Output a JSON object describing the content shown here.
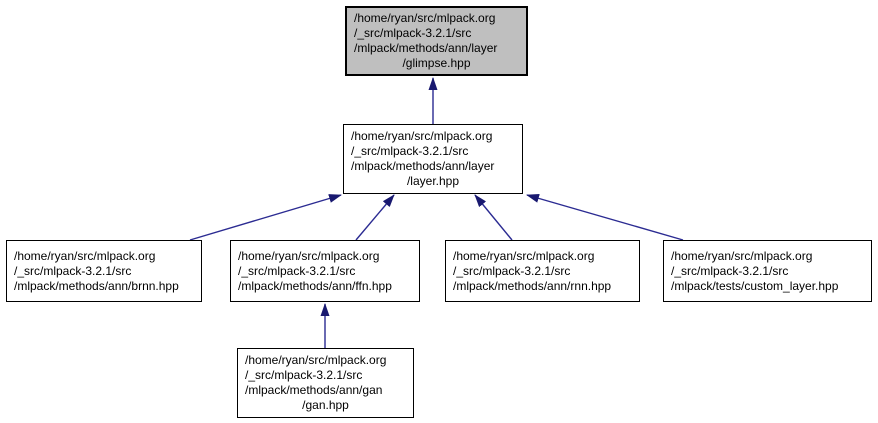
{
  "diagram": {
    "kind": "include-dependency-graph",
    "colors": {
      "edge": "#191970",
      "edge_shaft": "#2b2b92",
      "highlight_node_fill": "#bfbfbf",
      "node_fill": "#ffffff",
      "node_border": "#000000",
      "text": "#000000"
    },
    "nodes": {
      "glimpse": {
        "id": "glimpse",
        "highlighted": true,
        "lines": [
          "/home/ryan/src/mlpack.org",
          "/_src/mlpack-3.2.1/src",
          "/mlpack/methods/ann/layer",
          "/glimpse.hpp"
        ],
        "full_path": "/home/ryan/src/mlpack.org/_src/mlpack-3.2.1/src/mlpack/methods/ann/layer/glimpse.hpp"
      },
      "layer": {
        "id": "layer",
        "highlighted": false,
        "lines": [
          "/home/ryan/src/mlpack.org",
          "/_src/mlpack-3.2.1/src",
          "/mlpack/methods/ann/layer",
          "/layer.hpp"
        ],
        "full_path": "/home/ryan/src/mlpack.org/_src/mlpack-3.2.1/src/mlpack/methods/ann/layer/layer.hpp"
      },
      "brnn": {
        "id": "brnn",
        "highlighted": false,
        "lines": [
          "/home/ryan/src/mlpack.org",
          "/_src/mlpack-3.2.1/src",
          "/mlpack/methods/ann/brnn.hpp"
        ],
        "full_path": "/home/ryan/src/mlpack.org/_src/mlpack-3.2.1/src/mlpack/methods/ann/brnn.hpp"
      },
      "ffn": {
        "id": "ffn",
        "highlighted": false,
        "lines": [
          "/home/ryan/src/mlpack.org",
          "/_src/mlpack-3.2.1/src",
          "/mlpack/methods/ann/ffn.hpp"
        ],
        "full_path": "/home/ryan/src/mlpack.org/_src/mlpack-3.2.1/src/mlpack/methods/ann/ffn.hpp"
      },
      "rnn": {
        "id": "rnn",
        "highlighted": false,
        "lines": [
          "/home/ryan/src/mlpack.org",
          "/_src/mlpack-3.2.1/src",
          "/mlpack/methods/ann/rnn.hpp"
        ],
        "full_path": "/home/ryan/src/mlpack.org/_src/mlpack-3.2.1/src/mlpack/methods/ann/rnn.hpp"
      },
      "custom_layer": {
        "id": "custom_layer",
        "highlighted": false,
        "lines": [
          "/home/ryan/src/mlpack.org",
          "/_src/mlpack-3.2.1/src",
          "/mlpack/tests/custom_layer.hpp"
        ],
        "full_path": "/home/ryan/src/mlpack.org/_src/mlpack-3.2.1/src/mlpack/tests/custom_layer.hpp"
      },
      "gan": {
        "id": "gan",
        "highlighted": false,
        "lines": [
          "/home/ryan/src/mlpack.org",
          "/_src/mlpack-3.2.1/src",
          "/mlpack/methods/ann/gan",
          "/gan.hpp"
        ],
        "full_path": "/home/ryan/src/mlpack.org/_src/mlpack-3.2.1/src/mlpack/methods/ann/gan/gan.hpp"
      }
    },
    "edges": [
      {
        "from": "layer",
        "to": "glimpse"
      },
      {
        "from": "brnn",
        "to": "layer"
      },
      {
        "from": "ffn",
        "to": "layer"
      },
      {
        "from": "rnn",
        "to": "layer"
      },
      {
        "from": "custom_layer",
        "to": "layer"
      },
      {
        "from": "gan",
        "to": "ffn"
      }
    ]
  }
}
